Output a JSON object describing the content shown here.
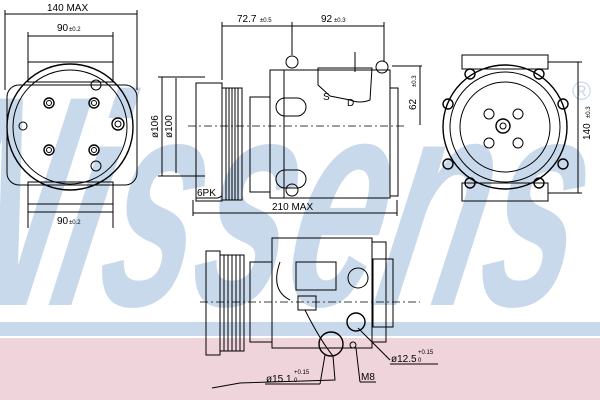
{
  "watermark": {
    "brand": "Nissens",
    "registered": "®",
    "color": "#c9d9ec",
    "band_color": "#f0d4dc"
  },
  "front_view": {
    "width_max": "140 MAX",
    "mount_top": "90",
    "mount_top_tol": "±0.2",
    "mount_bottom": "90",
    "mount_bottom_tol": "±0.2"
  },
  "side_view": {
    "dim_a": "72.7",
    "dim_a_tol": "±0.5",
    "dim_b": "92",
    "dim_b_tol": "±0.3",
    "dim_c": "62",
    "dim_c_tol": "±0.3",
    "pulley_outer": "ø106",
    "pulley_inner": "ø100",
    "belt": "6PK",
    "length_max": "210 MAX",
    "port_s": "S",
    "port_d": "D"
  },
  "rear_view": {
    "height": "140",
    "height_tol": "±0.3"
  },
  "bottom_view": {
    "port_large": "ø15.1",
    "port_large_tol_upper": "+0.15",
    "port_large_tol_lower": "0",
    "port_small": "ø12.5",
    "port_small_tol_upper": "+0.15",
    "port_small_tol_lower": "0",
    "thread": "M8"
  }
}
